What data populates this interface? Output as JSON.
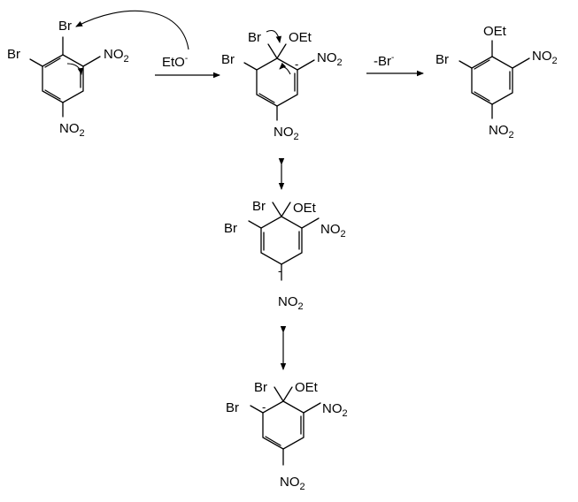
{
  "labels": {
    "br": "Br",
    "no2_main": "NO",
    "no2_sub": "2",
    "oet": "OEt",
    "eto_main": "EtO",
    "eto_sup": "-",
    "minus_br_main": "-Br",
    "minus_br_sup": "-",
    "carbanion": "-"
  }
}
